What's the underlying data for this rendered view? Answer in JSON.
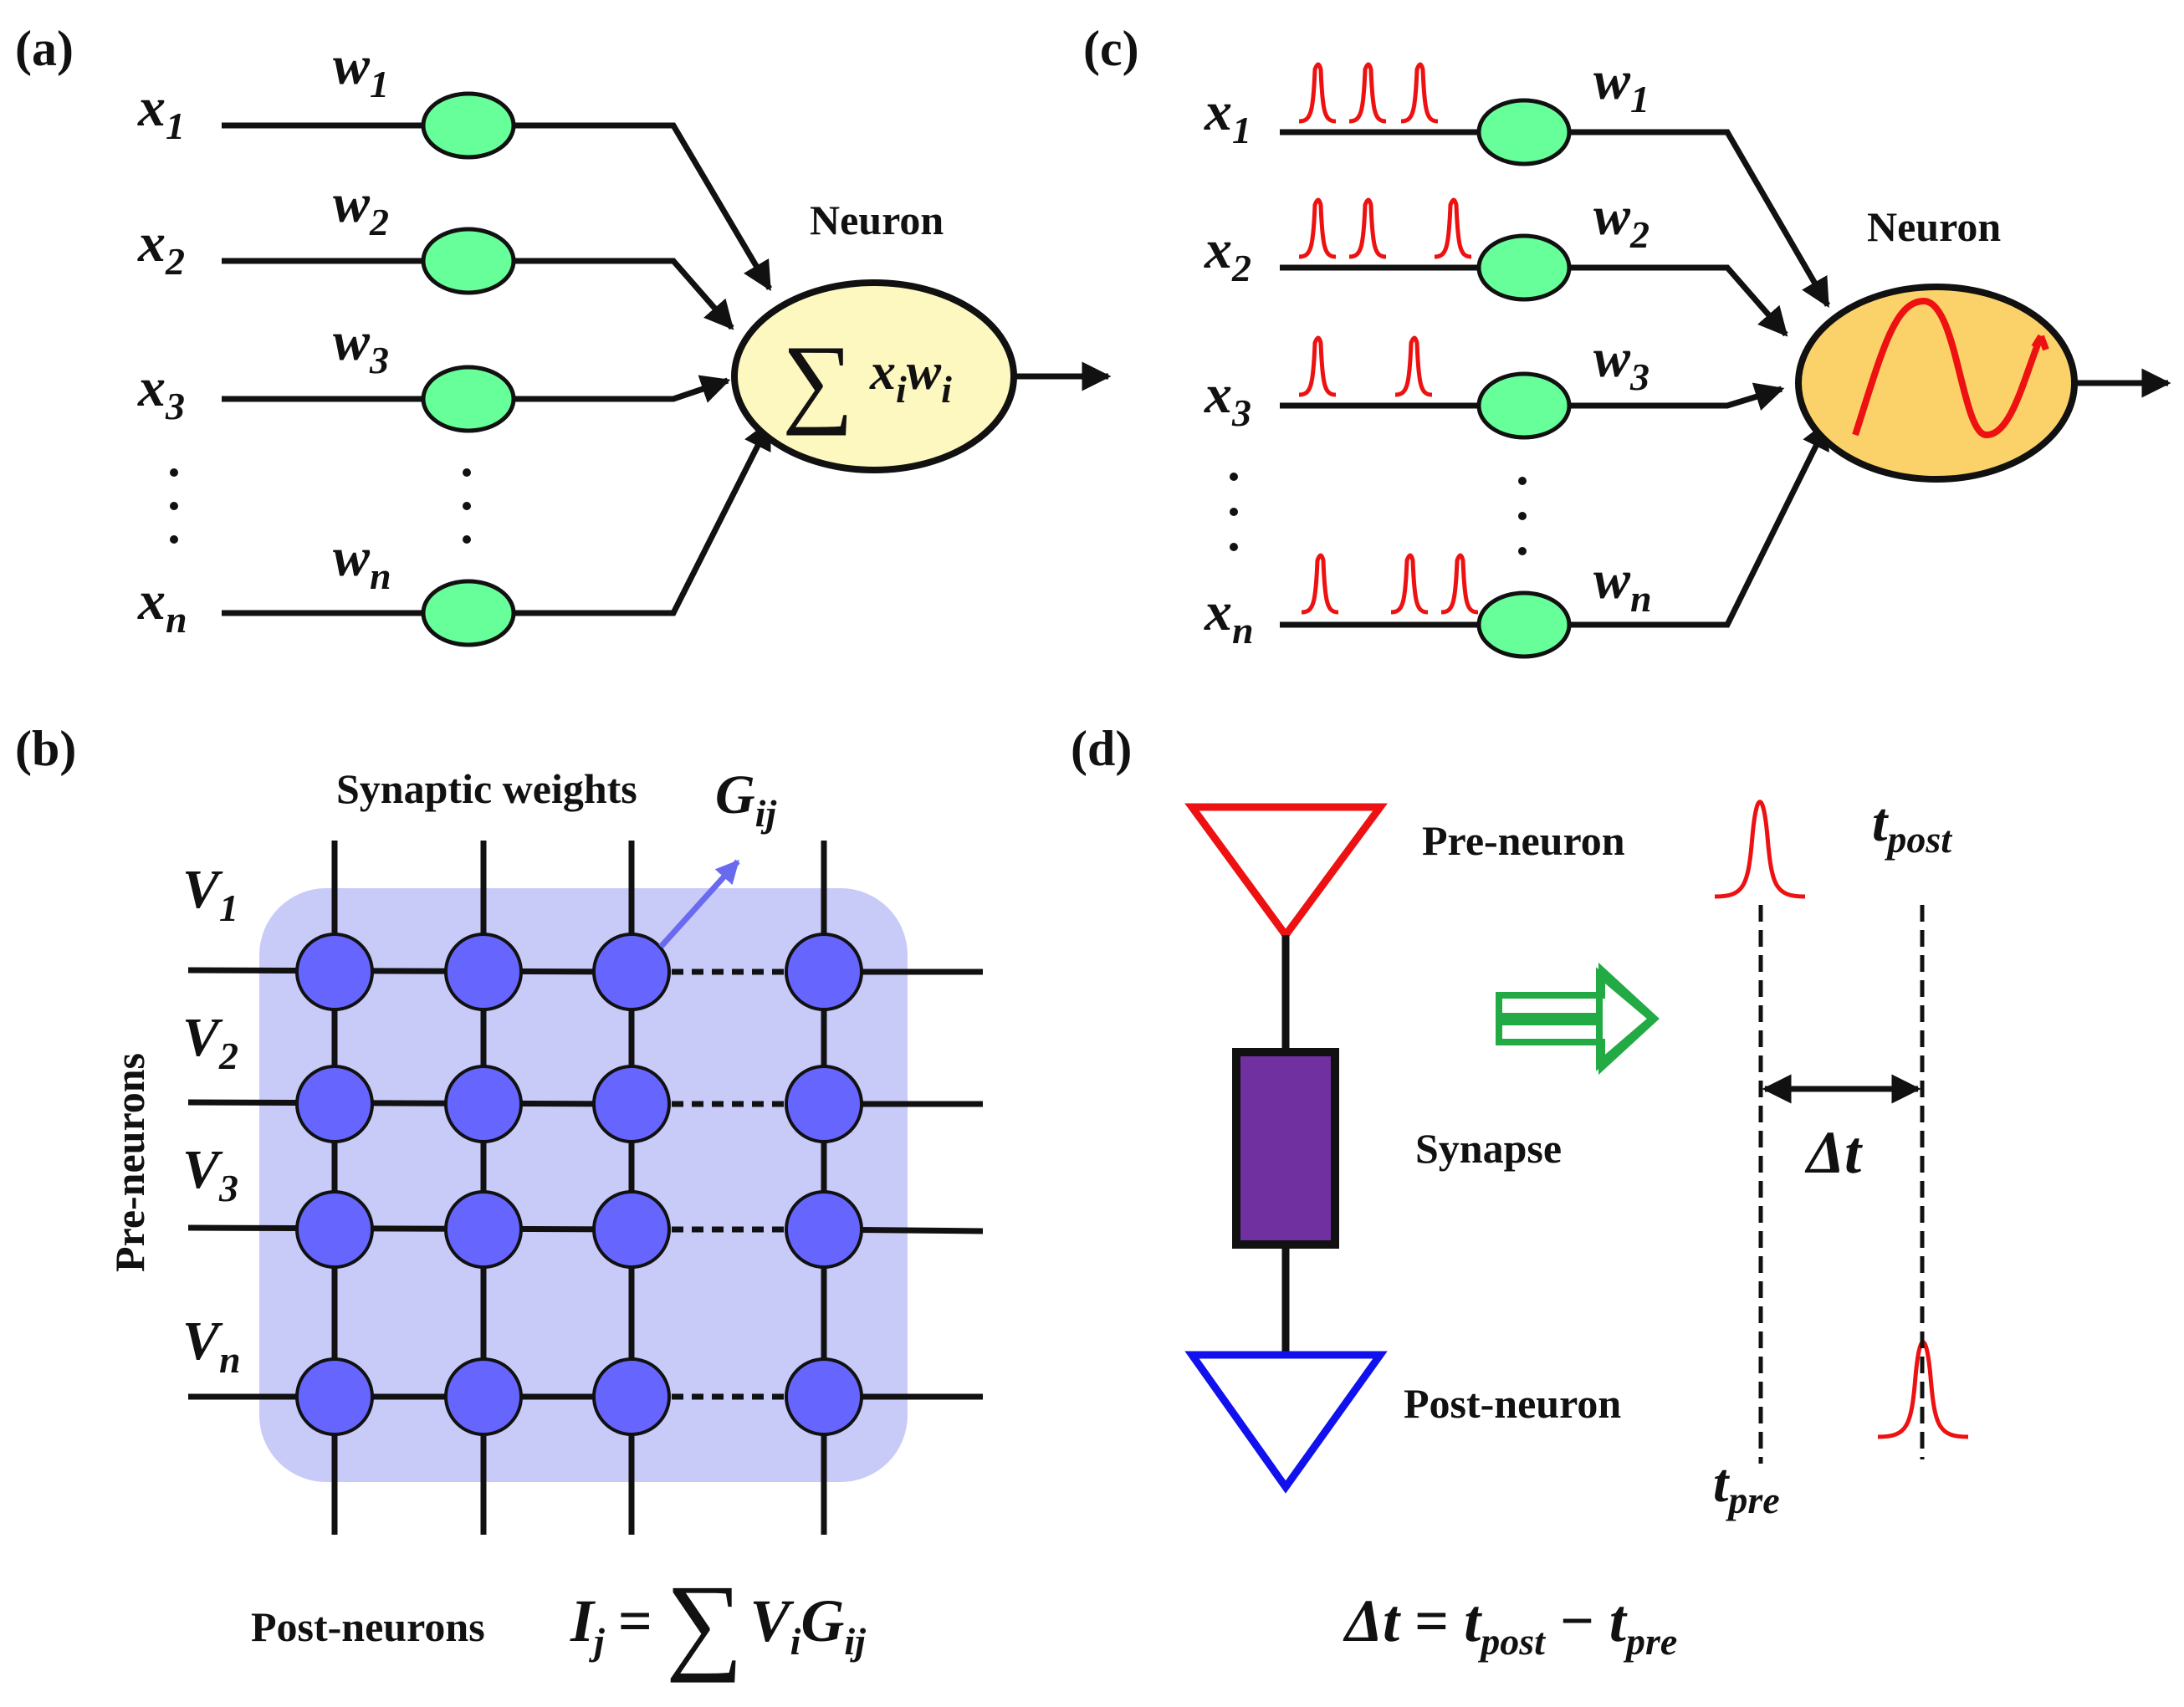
{
  "panels": {
    "a": {
      "label": "(a)",
      "inputs": [
        "x",
        "x",
        "x",
        "x"
      ],
      "input_subs": [
        "1",
        "2",
        "3",
        "n"
      ],
      "weights": [
        "w",
        "w",
        "w",
        "w"
      ],
      "weight_subs": [
        "1",
        "2",
        "3",
        "n"
      ],
      "neuron_title": "Neuron",
      "sum_sign": "∑",
      "sum_x": "x",
      "sum_x_sub": "i",
      "sum_w": "w",
      "sum_w_sub": "i",
      "neuron_fill": "#fdf7c0"
    },
    "b": {
      "label": "(b)",
      "weights_title": "Synaptic weights",
      "weight_symbol": "G",
      "weight_sub": "ij",
      "rows": [
        "V",
        "V",
        "V",
        "V"
      ],
      "row_subs": [
        "1",
        "2",
        "3",
        "n"
      ],
      "side_label": "Pre-neurons",
      "bottom_label": "Post-neurons",
      "eq_lhs": "I",
      "eq_lhs_sub": "j",
      "eq_equals": "=",
      "eq_sum": "∑",
      "eq_v": "V",
      "eq_v_sub": "i",
      "eq_g": "G",
      "eq_g_sub": "ij",
      "array_fill": "#c8caf8",
      "node_fill": "#6666ff",
      "arrow_color": "#6a6af0"
    },
    "c": {
      "label": "(c)",
      "inputs": [
        "x",
        "x",
        "x",
        "x"
      ],
      "input_subs": [
        "1",
        "2",
        "3",
        "n"
      ],
      "weights": [
        "w",
        "w",
        "w",
        "w"
      ],
      "weight_subs": [
        "1",
        "2",
        "3",
        "n"
      ],
      "neuron_title": "Neuron",
      "neuron_fill": "#fbd26a",
      "spike_color": "#ee1111"
    },
    "d": {
      "label": "(d)",
      "pre_label": "Pre-neuron",
      "synapse_label": "Synapse",
      "post_label": "Post-neuron",
      "t_post": "t",
      "t_post_sub": "post",
      "t_pre": "t",
      "t_pre_sub": "pre",
      "delta": "Δt",
      "eq_delta": "Δt",
      "eq_equals": "=",
      "eq_tpost": "t",
      "eq_tpost_sub": "post",
      "eq_minus": "−",
      "eq_tpre": "t",
      "eq_tpre_sub": "pre",
      "pre_color": "#ee1111",
      "post_color": "#1111ee",
      "synapse_color": "#7030a0",
      "arrow_color": "#22aa44"
    }
  }
}
